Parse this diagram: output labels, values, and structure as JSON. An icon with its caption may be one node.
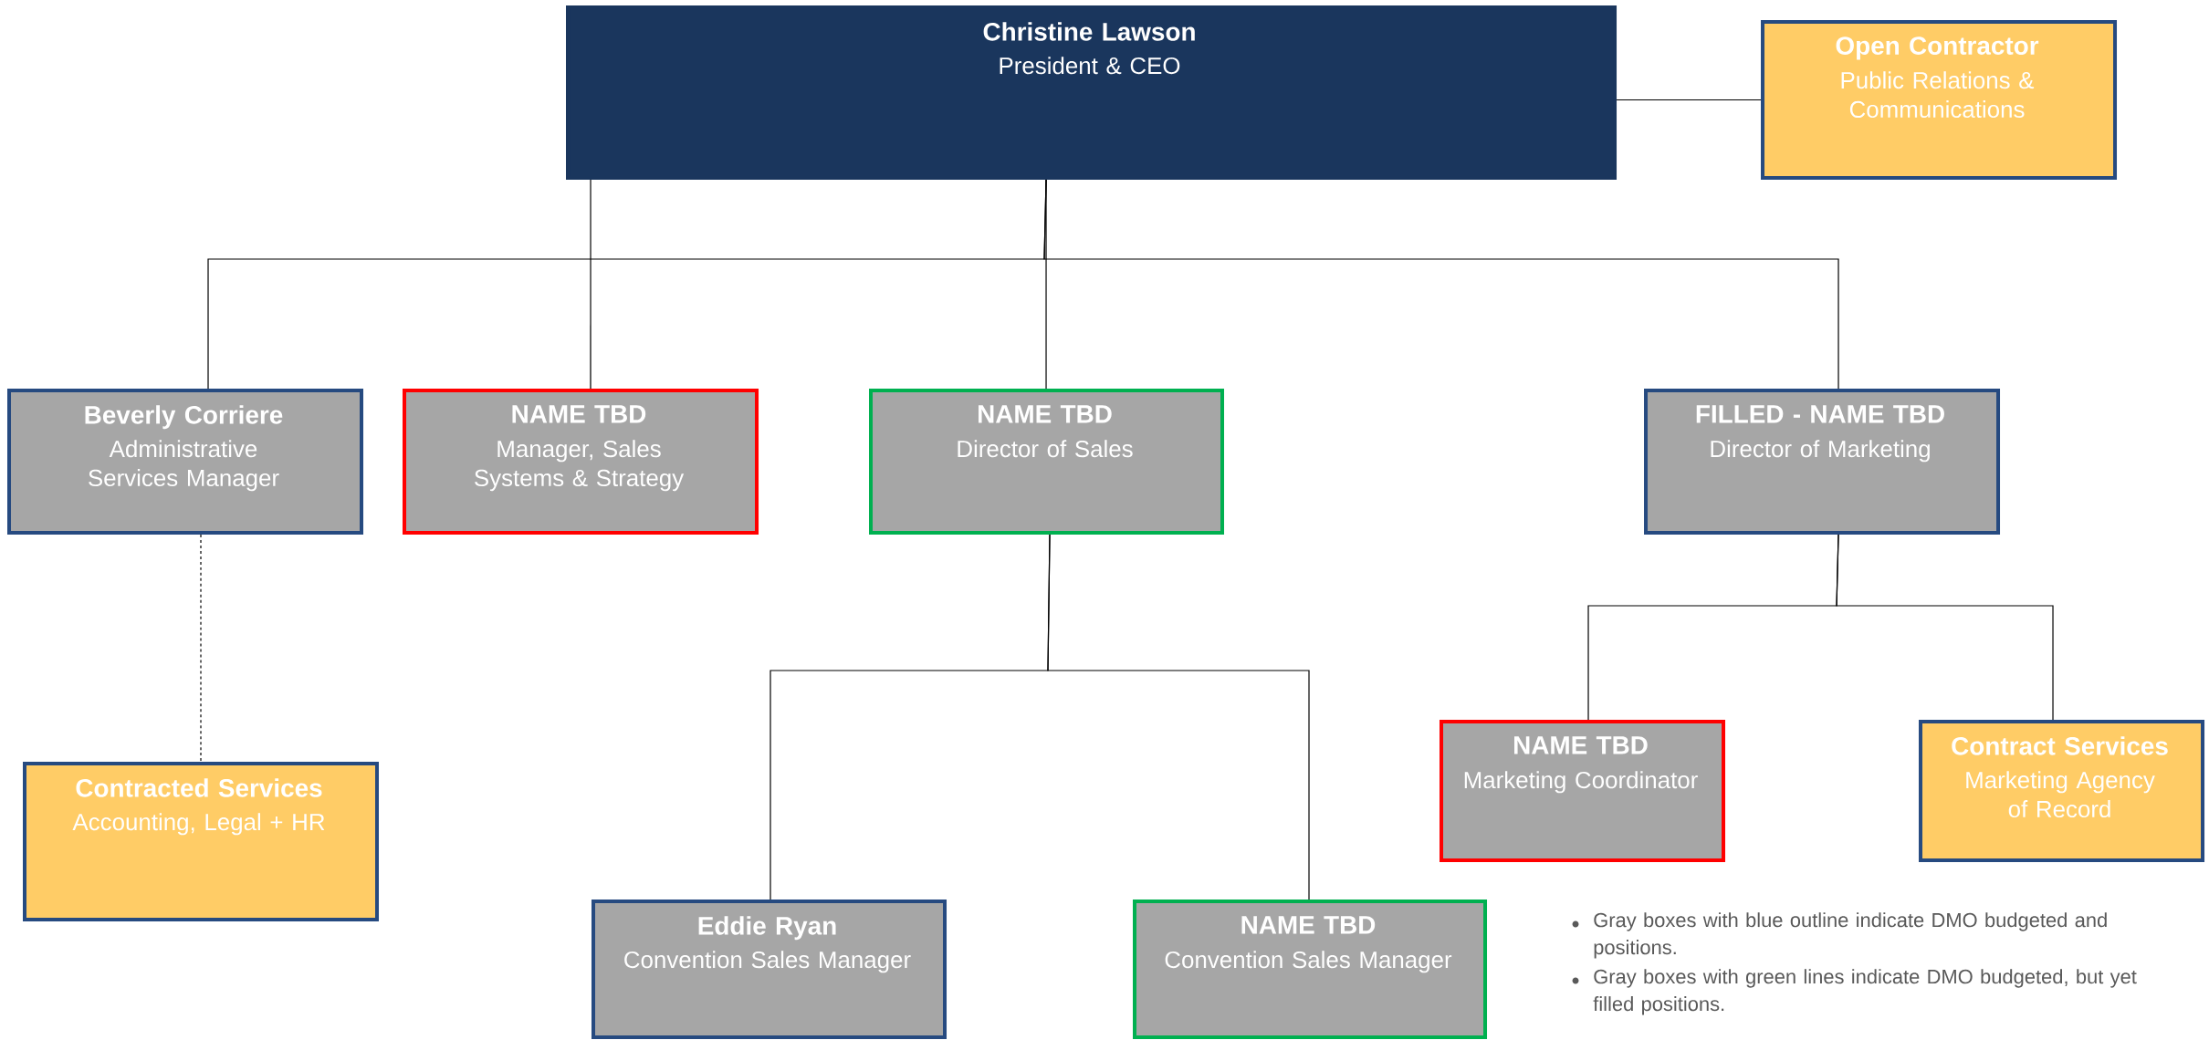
{
  "diagram": {
    "nodes": [
      {
        "text": [
          "Christine Lawson",
          "President & CEO"
        ]
      },
      {
        "text": [
          "Open Contractor",
          "Public Relations & Communications"
        ]
      },
      {
        "text": [
          "Beverly Corriere",
          "Administrative Services Manager"
        ]
      },
      {
        "text": [
          "NAME TBD",
          "Manager, Sales Systems & Strategy"
        ]
      },
      {
        "text": [
          "NAME TBD",
          "Director of Sales"
        ]
      },
      {
        "text": [
          "FILLED - NAME TBD",
          "Director of Marketing"
        ]
      },
      {
        "text": [
          "Contracted Services",
          "Accounting, Legal + HR"
        ]
      },
      {
        "text": [
          "NAME TBD",
          "Marketing Coordinator"
        ]
      },
      {
        "text": [
          "Contract Services",
          "Marketing Agency of Record"
        ]
      },
      {
        "text": [
          "Eddie Ryan",
          "Convention Sales Manager"
        ]
      },
      {
        "text": [
          "NAME TBD",
          "Convention Sales Manager"
        ]
      }
    ],
    "edges": [
      {
        "from": 0,
        "to": 1,
        "arrow": "none"
      },
      {
        "from": 0,
        "to": 2,
        "arrow": "none"
      },
      {
        "from": 0,
        "to": 3,
        "arrow": "none"
      },
      {
        "from": 0,
        "to": 4,
        "arrow": "none"
      },
      {
        "from": 0,
        "to": 5,
        "arrow": "none"
      },
      {
        "from": 2,
        "to": 6,
        "arrow": "none",
        "style": "dashed"
      },
      {
        "from": 4,
        "to": 9,
        "arrow": "none"
      },
      {
        "from": 4,
        "to": 10,
        "arrow": "none"
      },
      {
        "from": 5,
        "to": 7,
        "arrow": "none"
      },
      {
        "from": 5,
        "to": 8,
        "arrow": "none"
      }
    ],
    "labels": [
      "Gray boxes with blue outline indicate DMO budgeted and positions.",
      "Gray boxes with green lines indicate DMO budgeted, but yet filled positions."
    ]
  }
}
